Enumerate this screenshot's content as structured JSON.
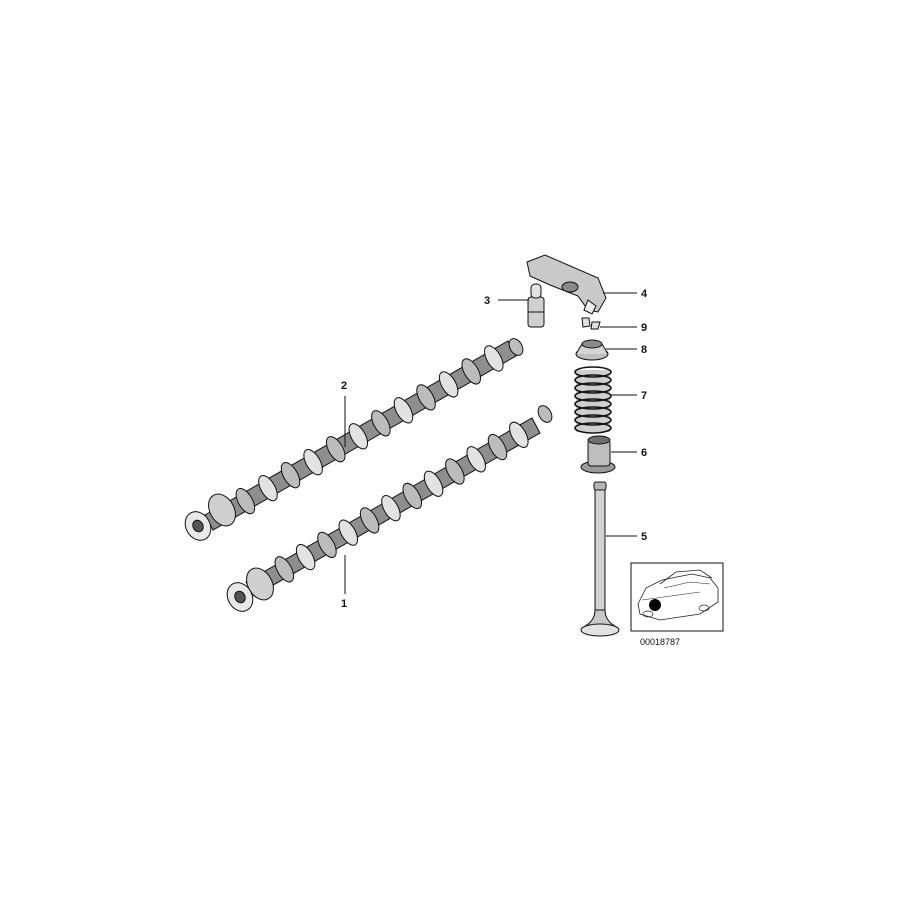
{
  "diagram": {
    "callouts": [
      {
        "id": "1",
        "label": "1"
      },
      {
        "id": "2",
        "label": "2"
      },
      {
        "id": "3",
        "label": "3"
      },
      {
        "id": "4",
        "label": "4"
      },
      {
        "id": "5",
        "label": "5"
      },
      {
        "id": "6",
        "label": "6"
      },
      {
        "id": "7",
        "label": "7"
      },
      {
        "id": "8",
        "label": "8"
      },
      {
        "id": "9",
        "label": "9"
      }
    ],
    "reference_number": "00018787",
    "colors": {
      "ink": "#111111",
      "shade": "#9a9a9a",
      "light": "#d8d8d8",
      "background": "#ffffff"
    }
  }
}
